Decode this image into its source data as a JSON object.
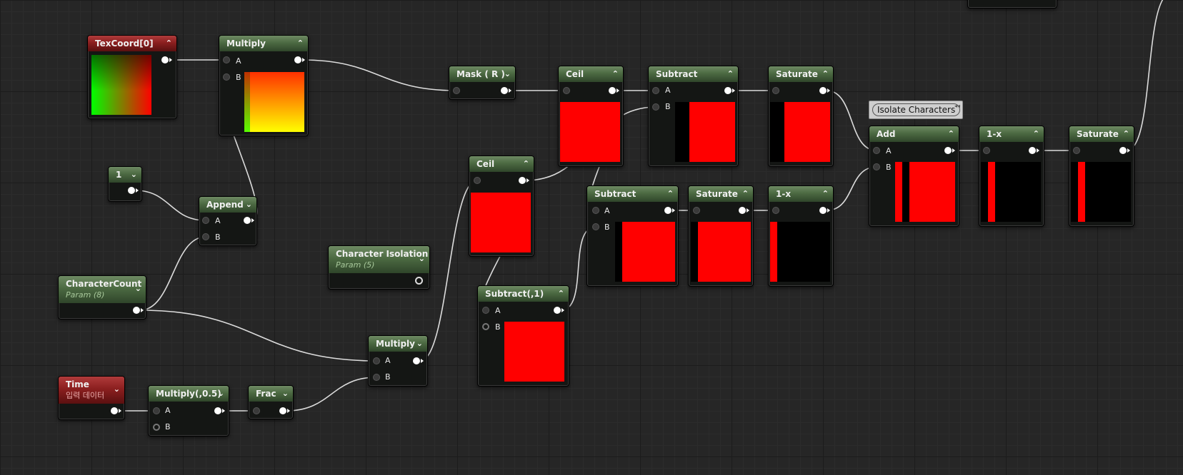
{
  "nodes": {
    "texcoord": {
      "title": "TexCoord[0]"
    },
    "multiply_uv": {
      "title": "Multiply",
      "pin_a": "A",
      "pin_b": "B"
    },
    "constant_one": {
      "title": "1"
    },
    "append": {
      "title": "Append",
      "pin_a": "A",
      "pin_b": "B"
    },
    "character_count": {
      "title": "CharacterCount",
      "subtitle": "Param (8)"
    },
    "character_isolation": {
      "title": "Character Isolation",
      "subtitle": "Param (5)"
    },
    "time": {
      "title": "Time",
      "subtitle": "입력 데이터"
    },
    "multiply_half": {
      "title": "Multiply(,0.5)",
      "pin_a": "A",
      "pin_b": "B"
    },
    "frac": {
      "title": "Frac"
    },
    "multiply_count": {
      "title": "Multiply",
      "pin_a": "A",
      "pin_b": "B"
    },
    "mask_r": {
      "title": "Mask ( R )"
    },
    "ceil_top": {
      "title": "Ceil"
    },
    "ceil_mid": {
      "title": "Ceil"
    },
    "subtract_top": {
      "title": "Subtract",
      "pin_a": "A",
      "pin_b": "B"
    },
    "saturate_top": {
      "title": "Saturate"
    },
    "subtract_mid": {
      "title": "Subtract",
      "pin_a": "A",
      "pin_b": "B"
    },
    "saturate_mid": {
      "title": "Saturate"
    },
    "one_minus_mid": {
      "title": "1-x"
    },
    "subtract_one": {
      "title": "Subtract(,1)",
      "pin_a": "A",
      "pin_b": "B"
    },
    "add": {
      "title": "Add",
      "pin_a": "A",
      "pin_b": "B"
    },
    "one_minus_right": {
      "title": "1-x"
    },
    "saturate_right": {
      "title": "Saturate"
    }
  },
  "comment": {
    "label": "Isolate Characters"
  },
  "colors": {
    "graph_bg": "#262626",
    "node_header_green": "#4c6a42",
    "node_header_red": "#8b1f1f",
    "wire": "#e6e6e6",
    "preview_red": "#ff0000",
    "preview_black": "#000000"
  },
  "icons": {
    "collapse": "chevron-up-icon",
    "dropdown": "chevron-down-icon",
    "pin": "exec-pin-icon"
  }
}
